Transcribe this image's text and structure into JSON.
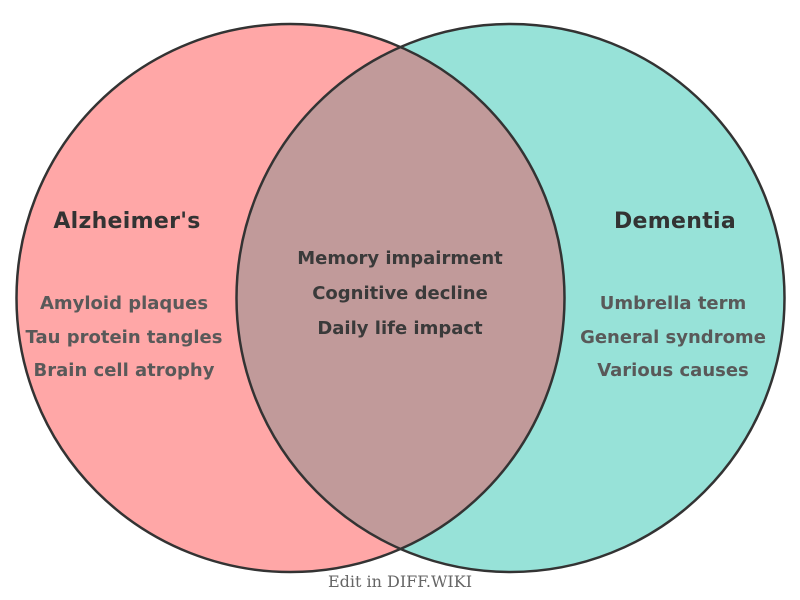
{
  "diagram": {
    "type": "venn",
    "left_set": {
      "title": "Alzheimer's",
      "items": [
        "Amyloid plaques",
        "Tau protein tangles",
        "Brain cell atrophy"
      ]
    },
    "right_set": {
      "title": "Dementia",
      "items": [
        "Umbrella term",
        "General syndrome",
        "Various causes"
      ]
    },
    "overlap": {
      "items": [
        "Memory impairment",
        "Cognitive decline",
        "Daily life impact"
      ]
    },
    "caption": "Edit in DIFF.WIKI",
    "colors": {
      "left_fill": "#ffa7a7",
      "right_fill": "#97e2d8",
      "overlap_fill": "#c19a9a",
      "stroke": "#333333",
      "title_text": "#333333",
      "item_text": "#595959",
      "overlap_text": "#3a3a3a",
      "caption_text": "#666666"
    }
  }
}
